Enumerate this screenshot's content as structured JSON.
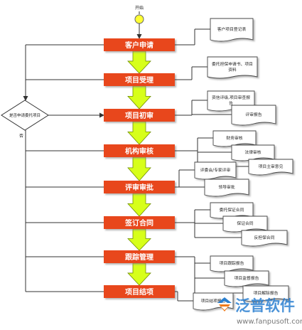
{
  "colors": {
    "step_fill": "#e8461d",
    "step_text": "#ffffff",
    "arrow_fill": "#d7ff1a",
    "arrow_stroke": "#6f8f00",
    "line": "#333333",
    "start_fill": "#ffff33",
    "watermark_blue": "#2a7fd0",
    "watermark_orange": "#f07a1a"
  },
  "start": {
    "label": "开始"
  },
  "decision": {
    "label": "是否申请委托项目",
    "no_label": "否"
  },
  "steps": [
    {
      "label": "客户申请"
    },
    {
      "label": "项目受理"
    },
    {
      "label": "项目初审"
    },
    {
      "label": "机构审核"
    },
    {
      "label": "评审审批"
    },
    {
      "label": "签订合同"
    },
    {
      "label": "跟踪管理"
    },
    {
      "label": "项目结项"
    }
  ],
  "documents": [
    {
      "group": "客户申请",
      "items": [
        "客户项目登记表"
      ]
    },
    {
      "group": "项目受理",
      "items": [
        "委托担保申请书、项目资料"
      ]
    },
    {
      "group": "项目初审",
      "items": [
        "资信评级,项目审查报告",
        "评审报告"
      ]
    },
    {
      "group": "机构审核",
      "items": [
        "财务审核",
        "法律审核",
        "项目主审意见"
      ]
    },
    {
      "group": "评审审批",
      "items": [
        "评委会/专家评审",
        "领导审批"
      ]
    },
    {
      "group": "签订合同",
      "items": [
        "委托保证合同",
        "保证合同",
        "反担保合同"
      ]
    },
    {
      "group": "跟踪管理",
      "items": [
        "项目跟踪报告",
        "项目监督报告",
        "项目解除报告"
      ]
    },
    {
      "group": "项目结项",
      "items": [
        "项目结项报告"
      ]
    }
  ],
  "watermark": {
    "brand": "泛普软件",
    "url": "www.fanpusoft.com",
    "logo_icon": "fanpu-logo-icon"
  }
}
